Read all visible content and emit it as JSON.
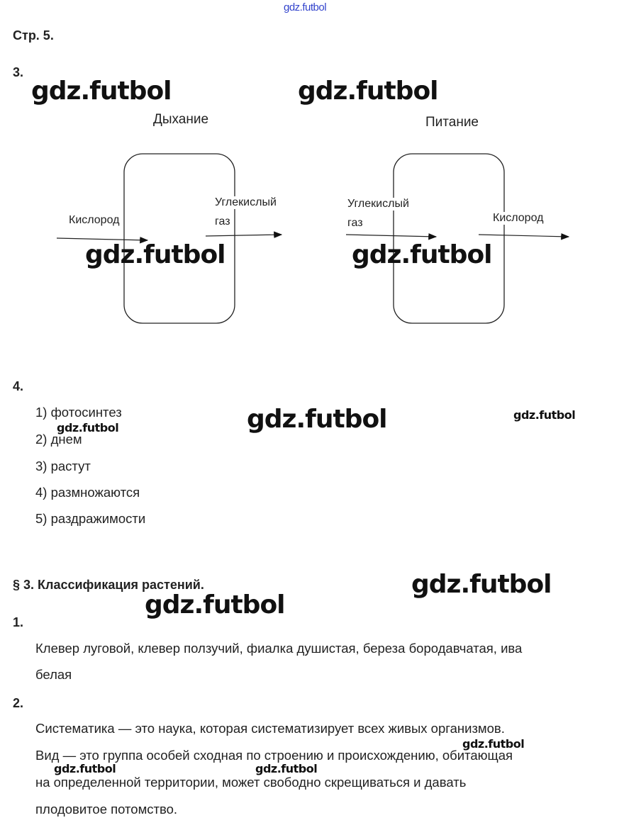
{
  "top_link": "gdz.futbol",
  "page_label": "Стр. 5.",
  "task3": {
    "number": "3.",
    "diagrams": [
      {
        "title": "Дыхание",
        "input_label": "Кислород",
        "output_label_1": "Углекислый",
        "output_label_2": "газ"
      },
      {
        "title": "Питание",
        "input_label_1": "Углекислый",
        "input_label_2": "газ",
        "output_label": "Кислород"
      }
    ]
  },
  "task4": {
    "number": "4.",
    "items": [
      "1) фотосинтез",
      "2) днем",
      "3) растут",
      "4) размножаются",
      "5) раздражимости"
    ]
  },
  "section": {
    "title": "§ 3. Классификация растений.",
    "q1": {
      "number": "1.",
      "lines": [
        "Клевер луговой, клевер ползучий, фиалка душистая, береза бородавчатая, ива",
        "белая"
      ]
    },
    "q2": {
      "number": "2.",
      "lines": [
        "Систематика — это наука, которая систематизирует всех живых организмов.",
        "Вид — это группа особей сходная по строению и происхождению, обитающая",
        "на определенной территории, может свободно скрещиваться и давать",
        "плодовитое потомство."
      ]
    }
  },
  "watermark": "gdz.futbol"
}
